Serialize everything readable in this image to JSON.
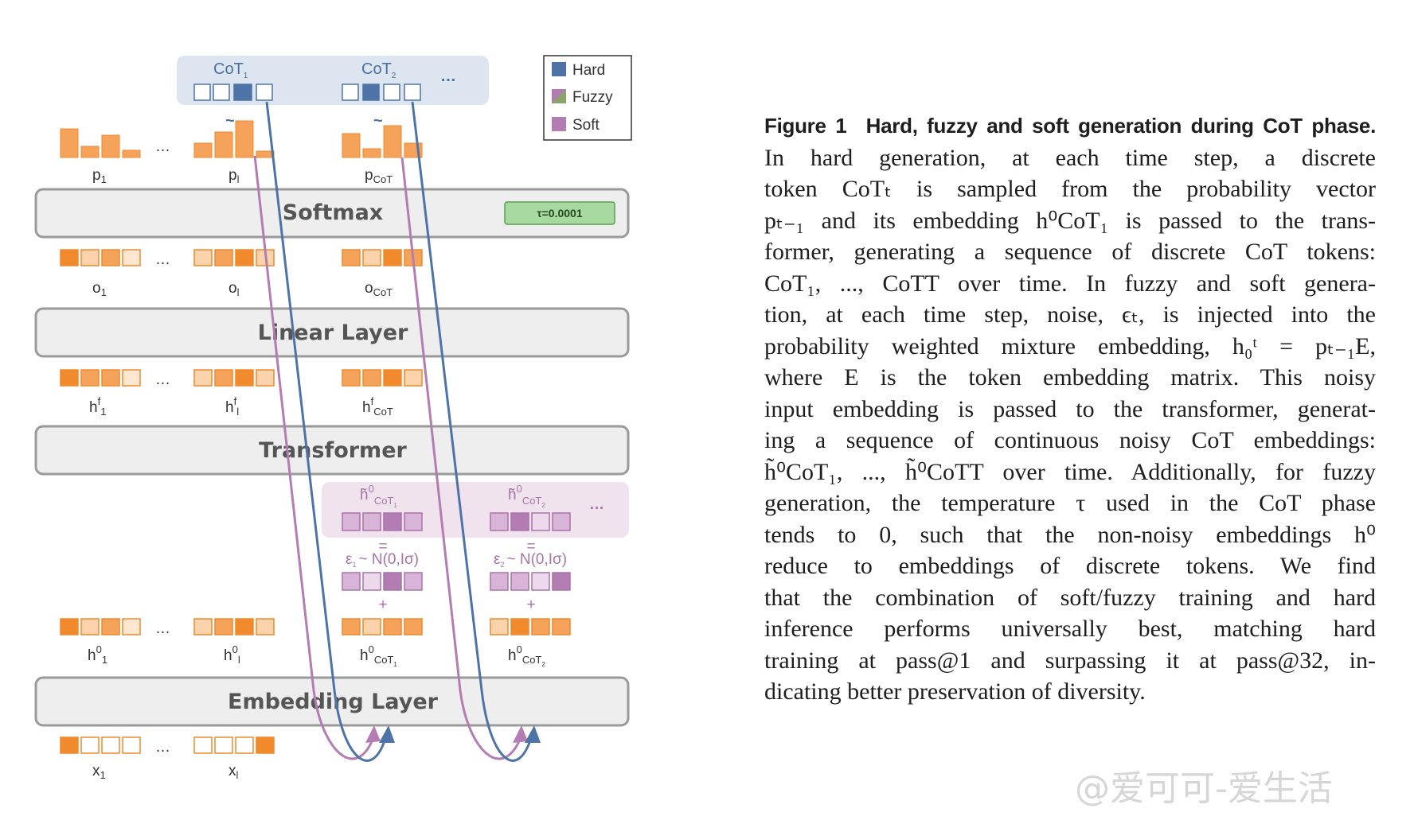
{
  "figure": {
    "layers": {
      "softmax": "Softmax",
      "linear": "Linear Layer",
      "transformer": "Transformer",
      "embedding": "Embedding Layer"
    },
    "tau_badge": "τ=0.0001",
    "legend": [
      {
        "label": "Hard",
        "color": "#4e73a6"
      },
      {
        "label": "Fuzzy",
        "color": "#8f6aa7"
      },
      {
        "label": "Soft",
        "color": "#b37db3"
      }
    ],
    "cot_tokens": [
      "CoT",
      "CoT"
    ],
    "cot_subs": [
      "1",
      "2"
    ],
    "tilde": "~",
    "ellipsis": "…",
    "ellipsis_top": "…",
    "equals": "=",
    "plus": "+",
    "prob_labels": {
      "p": "p",
      "sub1": "1",
      "subl": "l",
      "subcot": "CoT"
    },
    "logit_labels": {
      "o": "o",
      "sub1": "1",
      "subl": "l",
      "subcot": "CoT"
    },
    "hidden_labels": {
      "h": "h",
      "sup": "f",
      "sub1": "1",
      "subl": "l",
      "subcot": "CoT"
    },
    "embed_labels": {
      "h": "h",
      "sup": "0",
      "sub1": "1",
      "subl": "l",
      "subcot": "CoT"
    },
    "noisy_labels": {
      "h": "h̃",
      "sup": "0",
      "subcot": "CoT"
    },
    "noise_labels": [
      "ε",
      "ε"
    ],
    "noise_dist": "~ N(0,Iσ)",
    "input_labels": {
      "x": "x",
      "sub1": "1",
      "subl": "l"
    },
    "colors": {
      "hard": "#4e73a6",
      "soft": "#b37db3",
      "orange": "#f5a35a",
      "orange_dark": "#f08a2c",
      "layer_fill": "#eeeeee",
      "layer_stroke": "#9a9a9a",
      "cot_bg": "#dde6f0",
      "noisy_bg": "#f1e3ee",
      "badge_fill": "#a8d9a0"
    }
  },
  "caption": {
    "label": "Figure 1",
    "title": "Hard, fuzzy and soft generation during CoT phase.",
    "lines": [
      "In hard generation, at each time step, a discrete",
      "token CoTₜ is sampled from the probability vector",
      "pₜ₋₁ and its embedding h⁰CoT₁ is passed to the trans-",
      "former, generating a sequence of discrete CoT tokens:",
      "CoT₁, ..., CoTT over time. In fuzzy and soft genera-",
      "tion, at each time step, noise, ϵₜ, is injected into the",
      "probability weighted mixture embedding, h₀ᵗ = pₜ₋₁E,",
      "where E is the token embedding matrix. This noisy",
      "input embedding is passed to the transformer, generat-",
      "ing a sequence of continuous noisy CoT embeddings:",
      "h̃⁰CoT₁, ..., h̃⁰CoTT over time.  Additionally, for fuzzy",
      "generation, the temperature τ used in the CoT phase",
      "tends to 0, such that the non-noisy embeddings h⁰",
      "reduce to embeddings of discrete tokens.  We find",
      "that the combination of soft/fuzzy training and hard",
      "inference performs universally best, matching hard",
      "training at pass@1 and surpassing it at pass@32, in-",
      "dicating better preservation of diversity."
    ]
  },
  "watermark": "@爱可可-爱生活"
}
